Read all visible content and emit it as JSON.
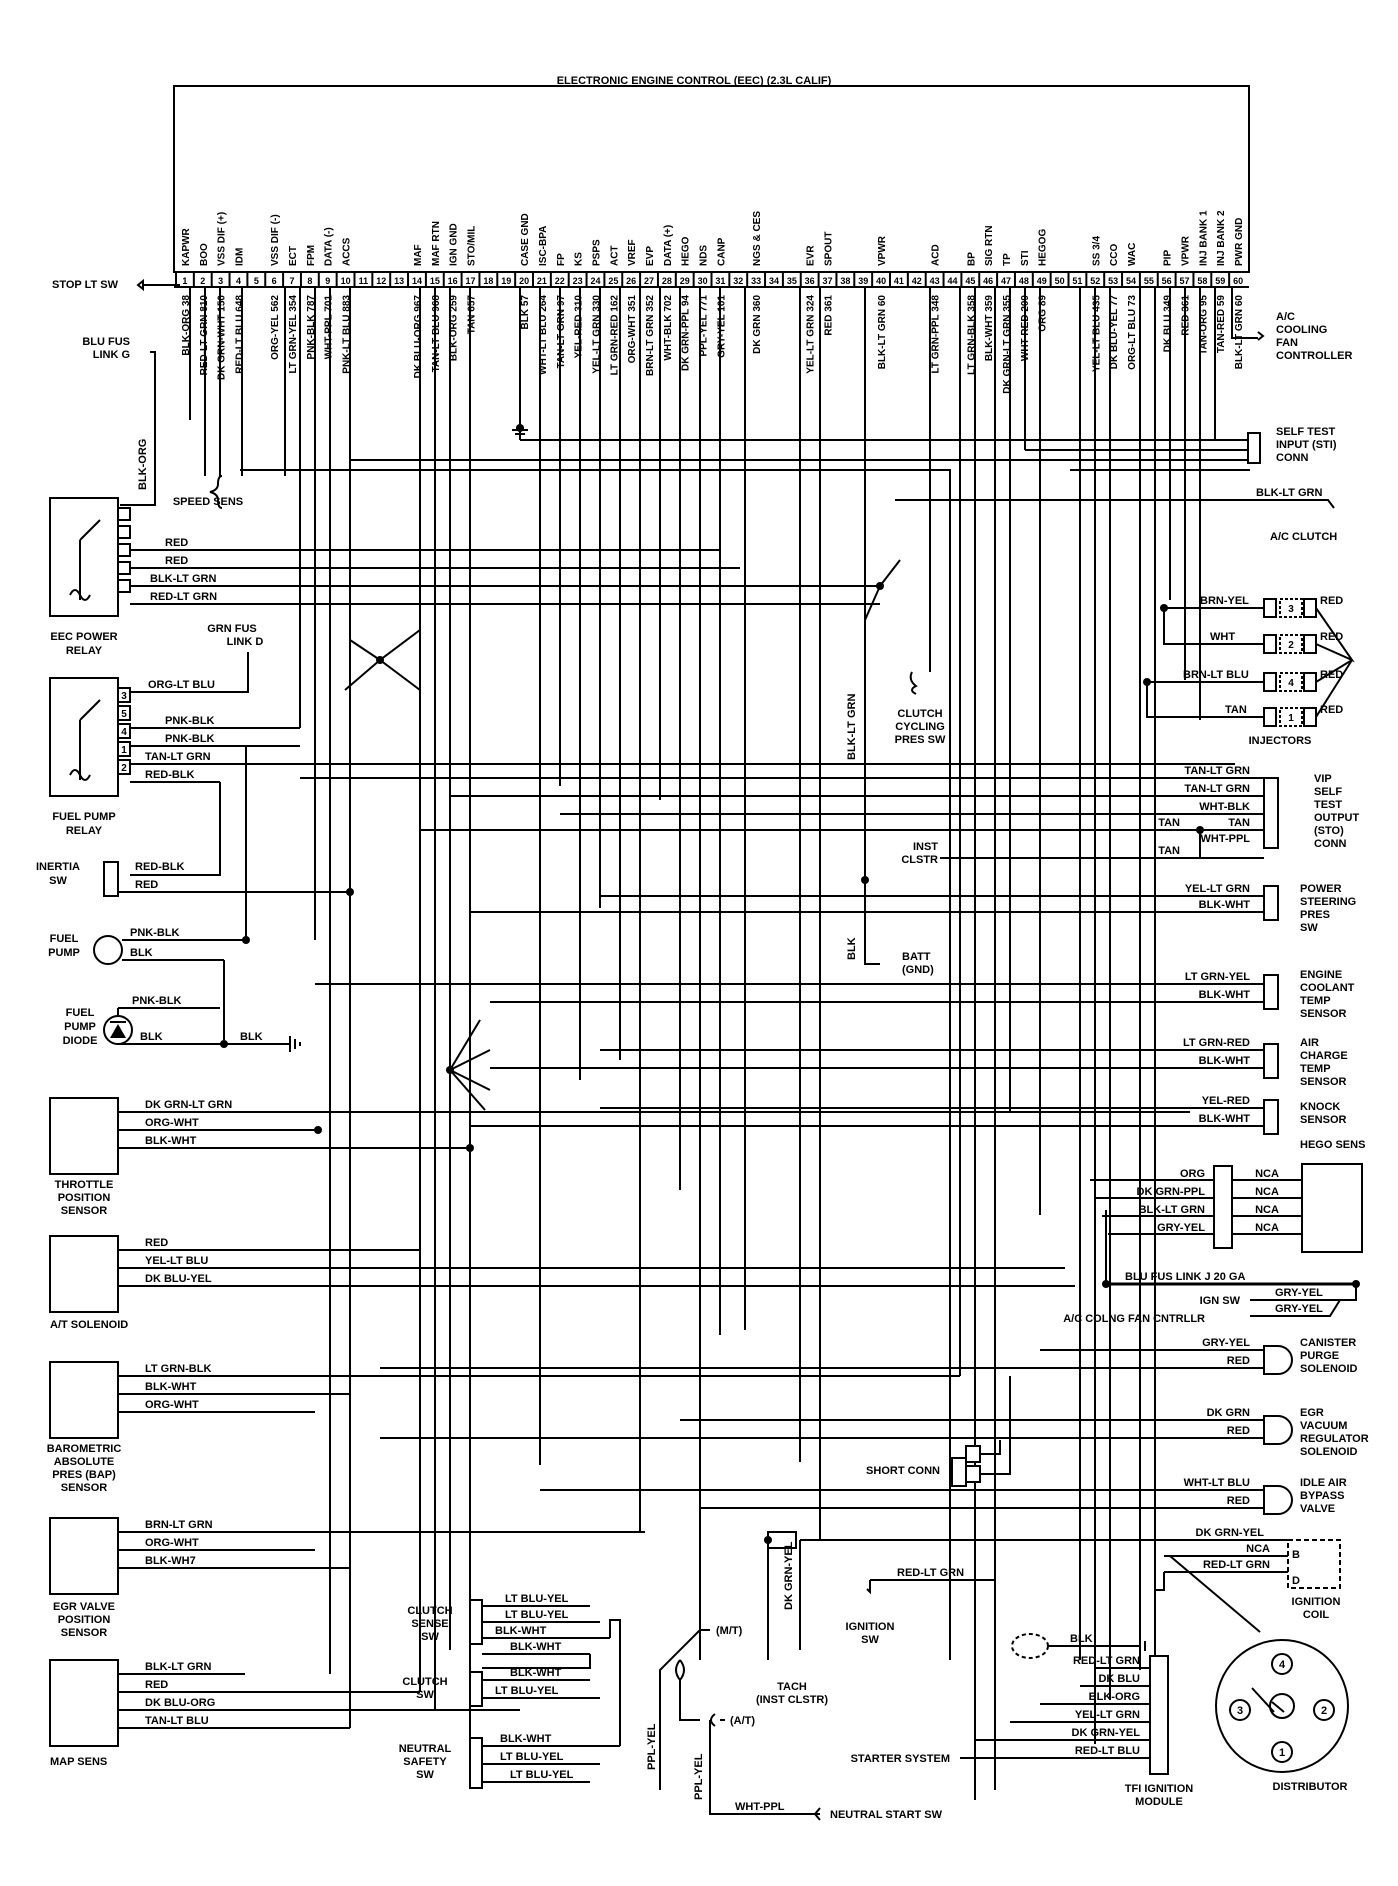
{
  "ecm": {
    "title": "ELECTRONIC ENGINE CONTROL (EEC) (2.3L CALIF)",
    "pins": [
      {
        "num": "1",
        "sig": "KAPWR",
        "wire": "BLK-ORG 38"
      },
      {
        "num": "2",
        "sig": "BOO",
        "wire": "RED-LT GRN 810"
      },
      {
        "num": "3",
        "sig": "VSS DIF (+)",
        "wire": "DK GRN-WHT 150"
      },
      {
        "num": "4",
        "sig": "IDM",
        "wire": "RED-LT BLU 648"
      },
      {
        "num": "5",
        "sig": "",
        "wire": ""
      },
      {
        "num": "6",
        "sig": "VSS DIF (-)",
        "wire": "ORG-YEL 562"
      },
      {
        "num": "7",
        "sig": "ECT",
        "wire": "LT GRN-YEL 354"
      },
      {
        "num": "8",
        "sig": "FPM",
        "wire": "PNK-BLK 787"
      },
      {
        "num": "9",
        "sig": "DATA (-)",
        "wire": "WHT-PPL 701"
      },
      {
        "num": "10",
        "sig": "ACCS",
        "wire": "PNK-LT BLU 883"
      },
      {
        "num": "11",
        "sig": "",
        "wire": ""
      },
      {
        "num": "12",
        "sig": "",
        "wire": ""
      },
      {
        "num": "13",
        "sig": "",
        "wire": ""
      },
      {
        "num": "14",
        "sig": "MAF",
        "wire": "DK BLU-ORG 967"
      },
      {
        "num": "15",
        "sig": "MAF RTN",
        "wire": "TAN-LT BLU 968"
      },
      {
        "num": "16",
        "sig": "IGN GND",
        "wire": "BLK-ORG 259"
      },
      {
        "num": "17",
        "sig": "STO/MIL",
        "wire": "TAN 657"
      },
      {
        "num": "18",
        "sig": "",
        "wire": ""
      },
      {
        "num": "19",
        "sig": "",
        "wire": ""
      },
      {
        "num": "20",
        "sig": "CASE GND",
        "wire": "BLK 57"
      },
      {
        "num": "21",
        "sig": "ISC-BPA",
        "wire": "WHT-LT BLU 264"
      },
      {
        "num": "22",
        "sig": "FP",
        "wire": "TAN-LT GRN 97"
      },
      {
        "num": "23",
        "sig": "KS",
        "wire": "YEL-RED 310"
      },
      {
        "num": "24",
        "sig": "PSPS",
        "wire": "YEL-LT GRN 330"
      },
      {
        "num": "25",
        "sig": "ACT",
        "wire": "LT GRN-RED 162"
      },
      {
        "num": "26",
        "sig": "VREF",
        "wire": "ORG-WHT 351"
      },
      {
        "num": "27",
        "sig": "EVP",
        "wire": "BRN-LT GRN 352"
      },
      {
        "num": "28",
        "sig": "DATA (+)",
        "wire": "WHT-BLK 702"
      },
      {
        "num": "29",
        "sig": "HEGO",
        "wire": "DK GRN-PPL 94"
      },
      {
        "num": "30",
        "sig": "NDS",
        "wire": "PPL-YEL 771"
      },
      {
        "num": "31",
        "sig": "CANP",
        "wire": "GRY-YEL 101"
      },
      {
        "num": "32",
        "sig": "",
        "wire": ""
      },
      {
        "num": "33",
        "sig": "NGS & CES",
        "wire": "DK GRN 360"
      },
      {
        "num": "34",
        "sig": "",
        "wire": ""
      },
      {
        "num": "35",
        "sig": "",
        "wire": ""
      },
      {
        "num": "36",
        "sig": "EVR",
        "wire": "YEL-LT GRN 324"
      },
      {
        "num": "37",
        "sig": "SPOUT",
        "wire": "RED 361"
      },
      {
        "num": "38",
        "sig": "",
        "wire": ""
      },
      {
        "num": "39",
        "sig": "",
        "wire": ""
      },
      {
        "num": "40",
        "sig": "VPWR",
        "wire": "BLK-LT GRN 60"
      },
      {
        "num": "41",
        "sig": "",
        "wire": ""
      },
      {
        "num": "42",
        "sig": "",
        "wire": ""
      },
      {
        "num": "43",
        "sig": "ACD",
        "wire": "LT GRN-PPL 348"
      },
      {
        "num": "44",
        "sig": "",
        "wire": ""
      },
      {
        "num": "45",
        "sig": "BP",
        "wire": "LT GRN-BLK 358"
      },
      {
        "num": "46",
        "sig": "SIG RTN",
        "wire": "BLK-WHT 359"
      },
      {
        "num": "47",
        "sig": "TP",
        "wire": "DK GRN-LT GRN 355"
      },
      {
        "num": "48",
        "sig": "STI",
        "wire": "WHT-RED 209"
      },
      {
        "num": "49",
        "sig": "HEGOG",
        "wire": "ORG 89"
      },
      {
        "num": "50",
        "sig": "",
        "wire": ""
      },
      {
        "num": "51",
        "sig": "",
        "wire": ""
      },
      {
        "num": "52",
        "sig": "SS 3/4",
        "wire": "YEL-LT BLU 435"
      },
      {
        "num": "53",
        "sig": "CCO",
        "wire": "DK BLU-YEL 77"
      },
      {
        "num": "54",
        "sig": "WAC",
        "wire": "ORG-LT BLU 73"
      },
      {
        "num": "55",
        "sig": "",
        "wire": ""
      },
      {
        "num": "56",
        "sig": "PIP",
        "wire": "DK BLU 349"
      },
      {
        "num": "57",
        "sig": "VPWR",
        "wire": "RED 361"
      },
      {
        "num": "58",
        "sig": "INJ BANK 1",
        "wire": "TAN-ORG 95"
      },
      {
        "num": "59",
        "sig": "INJ BANK 2",
        "wire": "TAN-RED 59"
      },
      {
        "num": "60",
        "sig": "PWR GND",
        "wire": "BLK-LT GRN 60"
      }
    ]
  },
  "components": {
    "stop_lt_sw": "STOP LT SW",
    "blu_fus_link_g": [
      "BLU FUS",
      "LINK G"
    ],
    "eec_power_relay": [
      "EEC POWER",
      "RELAY"
    ],
    "speed_sens": "SPEED SENS",
    "grn_fus_link_d": [
      "GRN FUS",
      "LINK D"
    ],
    "fuel_pump_relay": [
      "FUEL PUMP",
      "RELAY"
    ],
    "inertia_sw": [
      "INERTIA",
      "SW"
    ],
    "fuel_pump": [
      "FUEL",
      "PUMP"
    ],
    "fuel_pump_diode": [
      "FUEL",
      "PUMP",
      "DIODE"
    ],
    "tps": [
      "THROTTLE",
      "POSITION",
      "SENSOR"
    ],
    "at_solenoid": "A/T SOLENOID",
    "baro": [
      "BAROMETRIC",
      "ABSOLUTE",
      "PRES (BAP)",
      "SENSOR"
    ],
    "egr_pos": [
      "EGR VALVE",
      "POSITION",
      "SENSOR"
    ],
    "map_sens": "MAP SENS",
    "clutch_sense_sw": [
      "CLUTCH",
      "SENSE",
      "SW"
    ],
    "clutch_sw": [
      "CLUTCH",
      "SW"
    ],
    "neutral_safety_sw": [
      "NEUTRAL",
      "SAFETY",
      "SW"
    ],
    "ac_cooling_fan": [
      "A/C",
      "COOLING",
      "FAN",
      "CONTROLLER"
    ],
    "self_test_input": [
      "SELF TEST",
      "INPUT (STI)",
      "CONN"
    ],
    "ac_clutch": "A/C CLUTCH",
    "injectors": "INJECTORS",
    "clutch_cycling": [
      "CLUTCH",
      "CYCLING",
      "PRES SW"
    ],
    "vip_self_test": [
      "VIP",
      "SELF",
      "TEST",
      "OUTPUT",
      "(STO)",
      "CONN"
    ],
    "inst_clstr": [
      "INST",
      "CLSTR"
    ],
    "power_steering": [
      "POWER",
      "STEERING",
      "PRES",
      "SW"
    ],
    "batt": [
      "BATT",
      "(GND)"
    ],
    "ect_sensor": [
      "ENGINE",
      "COOLANT",
      "TEMP",
      "SENSOR"
    ],
    "act_sensor": [
      "AIR",
      "CHARGE",
      "TEMP",
      "SENSOR"
    ],
    "knock_sensor": [
      "KNOCK",
      "SENSOR"
    ],
    "hego_sens": "HEGO SENS",
    "blu_fus_link_j": "BLU FUS LINK J 20 GA",
    "ign_sw": "IGN SW",
    "ac_colng": "A/C COLNG FAN CNTRLLR",
    "canister": [
      "CANISTER",
      "PURGE",
      "SOLENOID"
    ],
    "egr_vac": [
      "EGR",
      "VACUUM",
      "REGULATOR",
      "SOLENOID"
    ],
    "short_conn": "SHORT CONN",
    "idle_air": [
      "IDLE AIR",
      "BYPASS",
      "VALVE"
    ],
    "ignition_coil": [
      "IGNITION",
      "COIL"
    ],
    "ignition_sw": [
      "IGNITION",
      "SW"
    ],
    "tach": [
      "TACH",
      "(INST CLSTR)"
    ],
    "starter_system": "STARTER SYSTEM",
    "tfi": [
      "TFI IGNITION",
      "MODULE"
    ],
    "distributor": "DISTRIBUTOR",
    "neutral_start_sw": "NEUTRAL START SW",
    "mt": "(M/T)",
    "at": "(A/T)"
  },
  "wires": {
    "blk_org": "BLK-ORG",
    "red": "RED",
    "blk_lt_grn": "BLK-LT GRN",
    "red_lt_grn": "RED-LT GRN",
    "org_lt_blu": "ORG-LT BLU",
    "pnk_blk": "PNK-BLK",
    "tan_lt_grn": "TAN-LT GRN",
    "red_blk": "RED-BLK",
    "blk": "BLK",
    "dk_grn_lt_grn": "DK GRN-LT GRN",
    "org_wht": "ORG-WHT",
    "blk_wht": "BLK-WHT",
    "yel_lt_blu": "YEL-LT BLU",
    "dk_blu_yel": "DK BLU-YEL",
    "lt_grn_blk": "LT GRN-BLK",
    "brn_lt_grn": "BRN-LT GRN",
    "blk_wh7": "BLK-WH7",
    "dk_blu_org": "DK BLU-ORG",
    "tan_lt_blu": "TAN-LT BLU",
    "lt_blu_yel": "LT BLU-YEL",
    "ppl_yel": "PPL-YEL",
    "wht_ppl": "WHT-PPL",
    "dk_grn_yel": "DK GRN-YEL",
    "brn_yel": "BRN-YEL",
    "wht": "WHT",
    "brn_lt_blu": "BRN-LT BLU",
    "tan": "TAN",
    "wht_blk": "WHT-BLK",
    "yel_lt_grn": "YEL-LT GRN",
    "lt_grn_yel": "LT GRN-YEL",
    "lt_grn_red": "LT GRN-RED",
    "yel_red": "YEL-RED",
    "org": "ORG",
    "dk_grn_ppl": "DK GRN-PPL",
    "gry_yel": "GRY-YEL",
    "nca": "NCA",
    "dk_grn": "DK GRN",
    "wht_lt_blu": "WHT-LT BLU",
    "dk_blu": "DK BLU",
    "red_lt_blu": "RED-LT BLU",
    "yel_lt_grn2": "YEL-LT GRN"
  },
  "relay_pins": [
    "3",
    "5",
    "4",
    "1",
    "2"
  ],
  "injector_nums": [
    "3",
    "2",
    "4",
    "1"
  ],
  "coil_pins": [
    "B",
    "D"
  ],
  "dist_nums": [
    "4",
    "3",
    "2",
    "1"
  ]
}
